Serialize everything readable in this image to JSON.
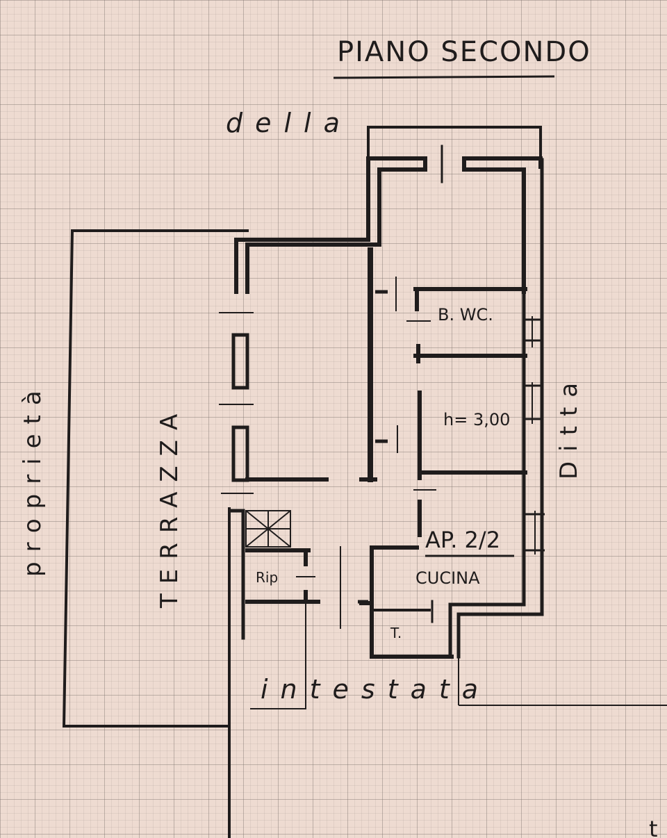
{
  "sheet": {
    "title": "PIANO SECONDO",
    "margin_mark": "t"
  },
  "boundary_words": {
    "top": "della",
    "bottom": "intestata",
    "left": "proprietà",
    "right": "Ditta"
  },
  "rooms": {
    "terrace": "TERRAZZA",
    "bathroom": "B. WC.",
    "ceiling_height": "h= 3,00",
    "apartment": "AP. 2/2",
    "kitchen": "CUCINA",
    "storage": "Rip",
    "small_room": "T."
  },
  "colors": {
    "paper": "#eedbd1",
    "grid": "#8c827d",
    "ink": "#1f1c1c"
  }
}
